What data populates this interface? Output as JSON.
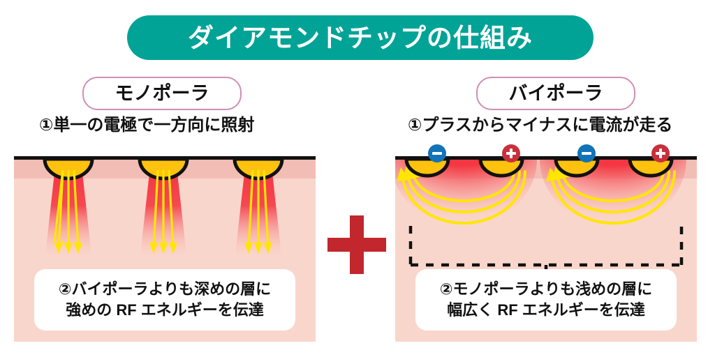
{
  "title": "ダイアモンドチップの仕組み",
  "colors": {
    "title_pill": "#00a396",
    "title_text": "#ffffff",
    "head_pill_border": "#cf8fb4",
    "skin_epidermis": "#f2bdb4",
    "skin_dermis": "#f9d6cb",
    "skin_surface_line": "#111111",
    "electrode": "#ffc20e",
    "energy_red": "#f4303c",
    "arrow_yellow": "#ffe600",
    "badge_minus": "#1273b8",
    "badge_plus": "#c8303c",
    "center_plus": "#c1272d",
    "caption_bg": "#ffffff"
  },
  "left_panel": {
    "head": "モノポーラ",
    "step1": "①単一の電極で一方向に照射",
    "caption_line1": "②バイポーラよりも深めの層に",
    "caption_line2": "強めの RF エネルギーを伝達",
    "electrode_count": 3,
    "arrows_per_electrode": 3,
    "arrow_direction": "down"
  },
  "right_panel": {
    "head": "バイポーラ",
    "step1": "①プラスからマイナスに電流が走る",
    "caption_line1": "②モノポーラよりも浅めの層に",
    "caption_line2": "幅広く RF エネルギーを伝達",
    "electrode_count": 4,
    "polarities": [
      "−",
      "+",
      "−",
      "+"
    ],
    "arc_arrows_per_pair": 3,
    "arrow_direction": "plus-to-minus"
  },
  "center": {
    "symbol": "+"
  },
  "badges": {
    "minus_label": "minus",
    "plus_label": "plus"
  }
}
